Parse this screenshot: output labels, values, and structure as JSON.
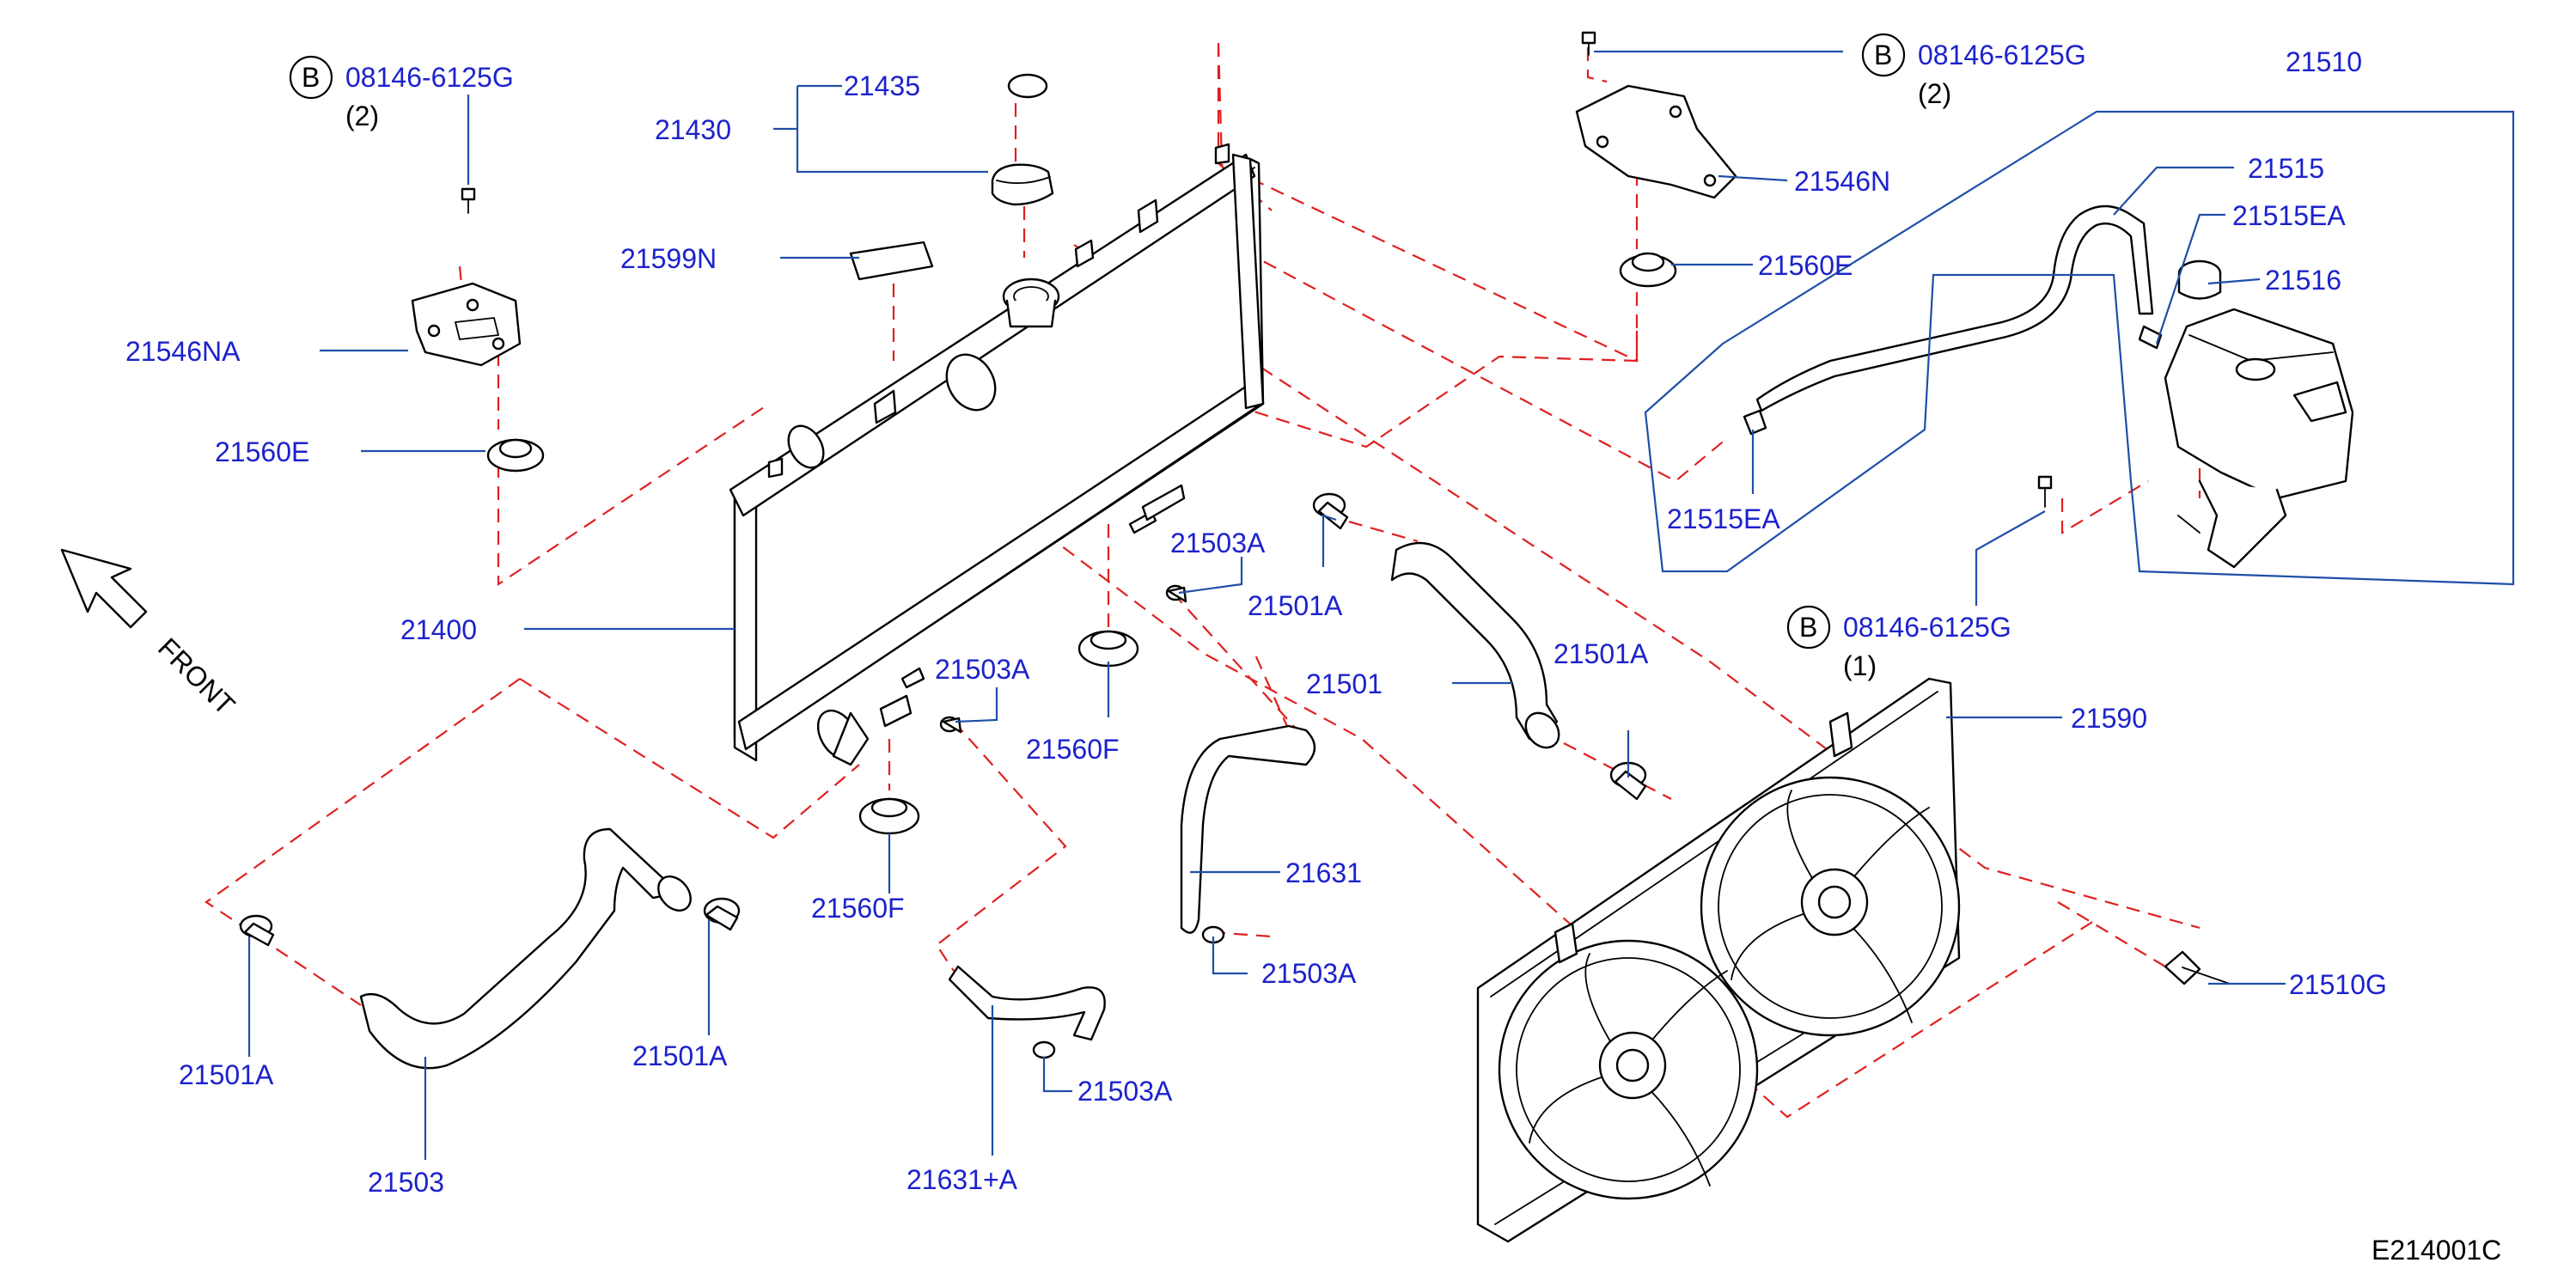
{
  "labels": {
    "p21435": "21435",
    "p21430": "21430",
    "p21599N": "21599N",
    "p21546NA": "21546NA",
    "p21560E_left": "21560E",
    "p21400": "21400",
    "p21503A_1": "21503A",
    "p21503A_2": "21503A",
    "p21503A_3": "21503A",
    "p21503A_4": "21503A",
    "p21501A_1": "21501A",
    "p21501A_2": "21501A",
    "p21501A_3": "21501A",
    "p21501A_4": "21501A",
    "p21501": "21501",
    "p21560F_1": "21560F",
    "p21560F_2": "21560F",
    "p21631": "21631",
    "p21631A": "21631+A",
    "p21503": "21503",
    "p21546N": "21546N",
    "p21560E_right": "21560E",
    "p21510": "21510",
    "p21515": "21515",
    "p21515EA_1": "21515EA",
    "p21515EA_2": "21515EA",
    "p21516": "21516",
    "p21590": "21590",
    "p21510G": "21510G"
  },
  "bolts": {
    "left": {
      "circle": "B",
      "part": "08146-6125G",
      "qty": "(2)"
    },
    "top": {
      "circle": "B",
      "part": "08146-6125G",
      "qty": "(2)"
    },
    "mid": {
      "circle": "B",
      "part": "08146-6125G",
      "qty": "(1)"
    }
  },
  "direction": {
    "text": "FRONT",
    "icon": "front-arrow-icon"
  },
  "figure_id": "E214001C",
  "colors": {
    "label": "#1c22cc",
    "leader": "#1f4fa8",
    "dash": "#e02020",
    "ink": "#000000"
  }
}
